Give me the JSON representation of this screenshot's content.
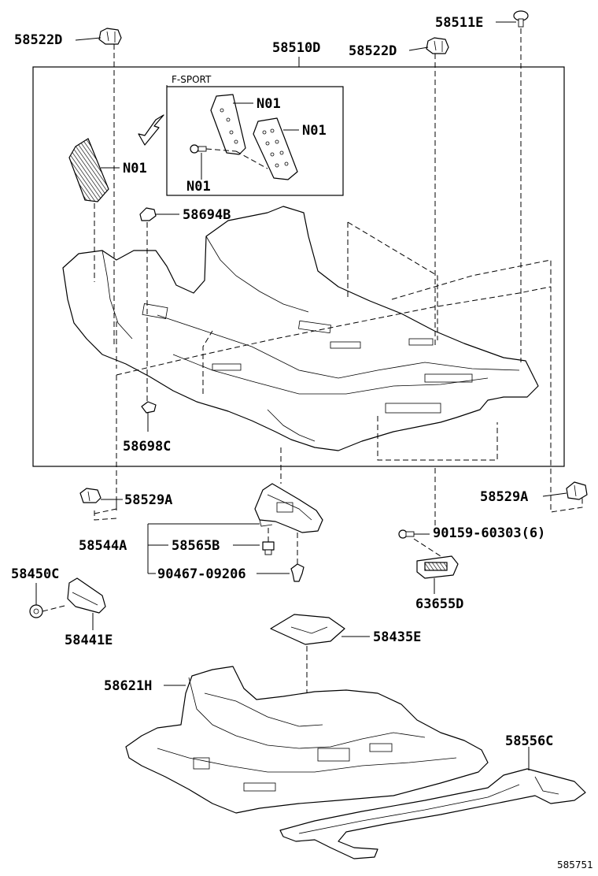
{
  "callouts": {
    "c58522D_left": "58522D",
    "c58510D": "58510D",
    "c58522D_right": "58522D",
    "c58511E": "58511E",
    "fsport": "F-SPORT",
    "n01_pad": "N01",
    "n01_pedal_a": "N01",
    "n01_pedal_b": "N01",
    "n01_bolt": "N01",
    "c58694B": "58694B",
    "c58698C": "58698C",
    "c58529A_left": "58529A",
    "c58529A_right": "58529A",
    "c58544A": "58544A",
    "c58565B": "58565B",
    "c90467": "90467-09206",
    "c90159": "90159-60303(6)",
    "c63655D": "63655D",
    "c58450C": "58450C",
    "c58441E": "58441E",
    "c58435E": "58435E",
    "c58621H": "58621H",
    "c58556C": "58556C"
  },
  "footer": {
    "figure_id": "585751"
  }
}
